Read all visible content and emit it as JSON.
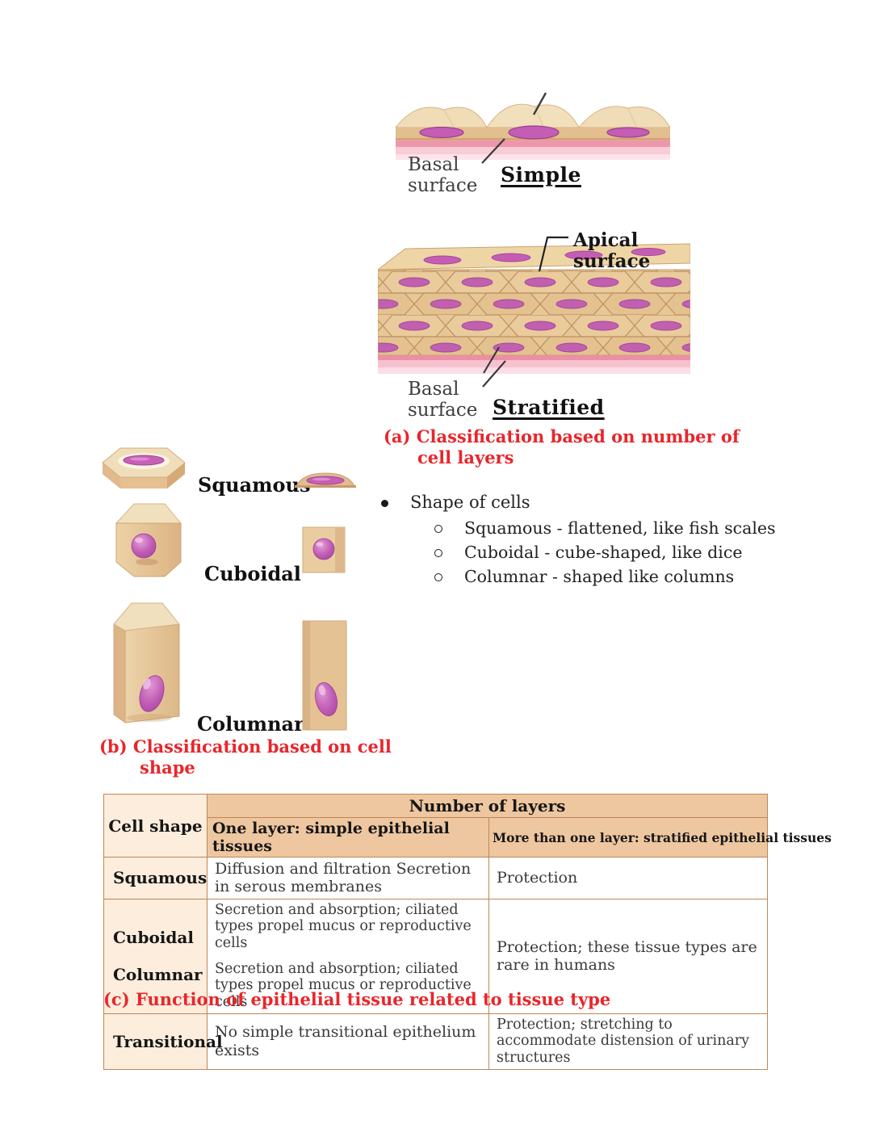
{
  "figure_a": {
    "basal_surface_top": "Basal surface",
    "simple_title": "Simple",
    "apical_surface": "Apical surface",
    "basal_surface_bottom": "Basal surface",
    "caption_line1": "(a) Classification based on number of",
    "caption_line2": "cell layers"
  },
  "figure_b": {
    "squamous_label": "Squamous",
    "cuboidal_label": "Cuboidal",
    "columnar_label": "Columnar",
    "caption_line1": "(b) Classification based on cell",
    "caption_line2": "shape"
  },
  "notes": {
    "bullet": "Shape of cells",
    "sub_bullets": [
      "Squamous - flattened, like fish scales",
      "Cuboidal - cube-shaped, like dice",
      "Columnar - shaped like columns"
    ]
  },
  "table": {
    "col1_header": "Cell shape",
    "group_header": "Number of layers",
    "sub_header_simple": "One layer: simple epithelial tissues",
    "sub_header_stratified": "More than one layer: stratified epithelial tissues",
    "rows": {
      "squamous": {
        "label": "Squamous",
        "simple": "Diffusion and filtration Secretion in serous membranes",
        "stratified": "Protection"
      },
      "cuboidal_columnar": {
        "label1": "Cuboidal",
        "label2": "Columnar",
        "simple1": "Secretion and absorption; ciliated types propel mucus or reproductive cells",
        "simple2": "Secretion and absorption; ciliated types propel mucus or reproductive cells",
        "stratified": "Protection; these tissue types are rare in humans"
      },
      "transitional": {
        "label": "Transitional",
        "simple": "No simple transitional epithelium exists",
        "stratified": "Protection; stretching to accommodate distension of urinary structures"
      }
    },
    "caption": "(c) Function of epithelial tissue related to tissue type"
  },
  "colors": {
    "caption_red": "#e8262b",
    "table_border": "#bf8756",
    "table_header_bg": "#eec7a0",
    "table_label_bg": "#fceddd",
    "cell_tan": "#e9c998",
    "nucleus_purple": "#c45fb3",
    "base_pink": "#f2a9bb"
  }
}
